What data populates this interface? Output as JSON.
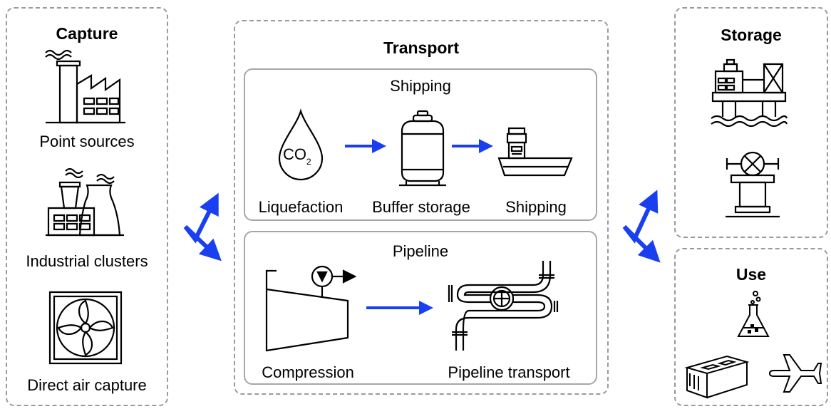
{
  "capture": {
    "title": "Capture",
    "items": [
      "Point sources",
      "Industrial clusters",
      "Direct air capture"
    ]
  },
  "transport": {
    "title": "Transport",
    "shipping": {
      "title": "Shipping",
      "co2_label": "CO",
      "co2_subscript": "2",
      "steps": [
        "Liquefaction",
        "Buffer storage",
        "Shipping"
      ]
    },
    "pipeline": {
      "title": "Pipeline",
      "steps": [
        "Compression",
        "Pipeline transport"
      ]
    }
  },
  "storage": {
    "title": "Storage"
  },
  "use": {
    "title": "Use"
  },
  "colors": {
    "arrow": "#1a3ff0",
    "panel_border": "#9a9a9a",
    "stroke": "#000000"
  }
}
